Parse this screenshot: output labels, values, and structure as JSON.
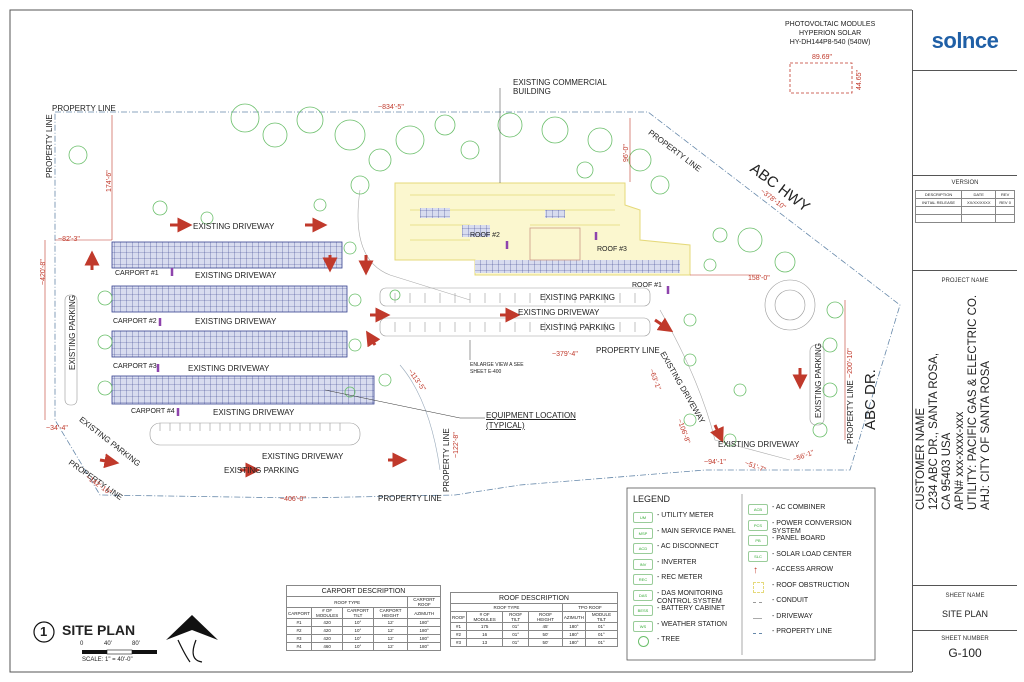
{
  "pv_module": {
    "line1": "PHOTOVOLTAIC MODULES",
    "line2": "HYPERION SOLAR",
    "line3": "HY-DH144P8-540 (540W)",
    "dim_w": "89.69\"",
    "dim_h": "44.65\""
  },
  "labels": {
    "existing_commercial_building": "EXISTING COMMERCIAL BUILDING",
    "property_line": "PROPERTY LINE",
    "existing_driveway": "EXISTING DRIVEWAY",
    "existing_parking": "EXISTING PARKING",
    "abc_hwy": "ABC HWY",
    "abc_dr": "ABC DR.",
    "roof_1": "ROOF #1",
    "roof_2": "ROOF #2",
    "roof_3": "ROOF #3",
    "carport_1": "CARPORT #1",
    "carport_2": "CARPORT #2",
    "carport_3": "CARPORT #3",
    "carport_4": "CARPORT #4",
    "enlarge_view": "ENLARGE VIEW A SEE SHEET E-400",
    "equipment_location": "EQUIPMENT LOCATION (TYPICAL)"
  },
  "dimensions": {
    "d834": "~834'-5\"",
    "d174": "174'-6\"",
    "d96": "96'-0\"",
    "d378": "~378'-10\"",
    "d82": "~82'-3\"",
    "d420": "~420'-8\"",
    "d158": "158'-0\"",
    "d379": "~379'-4\"",
    "d113": "~113'-5\"",
    "d63": "~63'-1\"",
    "d106": "~106'-8\"",
    "d200": "~200'-10\"",
    "d34": "~34'-4\"",
    "d142": "~142'-10\"",
    "d406": "~406'-0\"",
    "d122": "~122'-8\"",
    "d94": "~94'-1\"",
    "d51": "~51'-7\"",
    "d56": "~56'-1\""
  },
  "site_plan": {
    "number": "1",
    "title": "SITE PLAN",
    "scale": "SCALE: 1\" = 40'-0\"",
    "scale_0": "0",
    "scale_40": "40'",
    "scale_80": "80'"
  },
  "carport_table": {
    "title": "CARPORT DESCRIPTION",
    "group": "ROOF TYPE",
    "group2": "CARPORT ROOF",
    "headers": [
      "CARPORT",
      "# OF MODULES",
      "CARPORT TILT",
      "CARPORT HEIGHT",
      "AZIMUTH"
    ],
    "rows": [
      [
        "#1",
        "420",
        "10°",
        "12'",
        "180°"
      ],
      [
        "#2",
        "420",
        "10°",
        "12'",
        "180°"
      ],
      [
        "#3",
        "420",
        "10°",
        "12'",
        "180°"
      ],
      [
        "#4",
        "460",
        "10°",
        "12'",
        "180°"
      ]
    ]
  },
  "roof_table": {
    "title": "ROOF DESCRIPTION",
    "group": "ROOF TYPE",
    "group2": "TPO ROOF",
    "headers": [
      "ROOF",
      "# OF MODULES",
      "ROOF TILT",
      "ROOF HEIGHT",
      "AZIMUTH",
      "MODULE TILT"
    ],
    "rows": [
      [
        "#1",
        "175",
        "01°",
        "45'",
        "180°",
        "01°"
      ],
      [
        "#2",
        "16",
        "01°",
        "50'",
        "180°",
        "01°"
      ],
      [
        "#3",
        "13",
        "01°",
        "50'",
        "180°",
        "01°"
      ]
    ]
  },
  "legend": {
    "title": "LEGEND",
    "left": [
      {
        "sym": "UM",
        "text": "- UTILITY METER"
      },
      {
        "sym": "MSP",
        "text": "- MAIN SERVICE PANEL"
      },
      {
        "sym": "ACD",
        "text": "- AC DISCONNECT"
      },
      {
        "sym": "INV",
        "text": "- INVERTER"
      },
      {
        "sym": "REC",
        "text": "- REC METER"
      },
      {
        "sym": "DAS",
        "text": "- DAS MONITORING CONTROL SYSTEM"
      },
      {
        "sym": "BESS",
        "text": "- BATTERY CABINET"
      },
      {
        "sym": "WS",
        "text": "- WEATHER STATION"
      },
      {
        "sym": "",
        "text": "- TREE"
      }
    ],
    "right": [
      {
        "sym": "ACB",
        "text": "- AC COMBINER"
      },
      {
        "sym": "PCS",
        "text": "- POWER CONVERSION SYSTEM"
      },
      {
        "sym": "PB",
        "text": "- PANEL BOARD"
      },
      {
        "sym": "SLC",
        "text": "- SOLAR LOAD CENTER"
      },
      {
        "sym": "",
        "text": "- ACCESS ARROW"
      },
      {
        "sym": "",
        "text": "- ROOF OBSTRUCTION"
      },
      {
        "sym": "",
        "text": "- CONDUIT"
      },
      {
        "sym": "",
        "text": "- DRIVEWAY"
      },
      {
        "sym": "",
        "text": "- PROPERTY LINE"
      }
    ]
  },
  "title_block": {
    "logo": "solnce",
    "version": "VERSION",
    "version_headers": [
      "DESCRIPTION",
      "DATE",
      "REV"
    ],
    "version_row": [
      "INITIAL RELEASE",
      "XX/XX/XXXX",
      "REV 0"
    ],
    "project_name_label": "PROJECT NAME",
    "customer": "CUSTOMER NAME",
    "address1": "1234 ABC DR., SANTA ROSA,",
    "address2": "CA 95403 USA",
    "apn": "APN# xxx-xxxx-xxx",
    "utility": "UTILITY: PACIFIC GAS & ELECTRIC CO.",
    "ahj": "AHJ: CITY OF SANTA ROSA",
    "sheet_name_label": "SHEET NAME",
    "sheet_name": "SITE PLAN",
    "sheet_number_label": "SHEET NUMBER",
    "sheet_number": "G-100"
  }
}
